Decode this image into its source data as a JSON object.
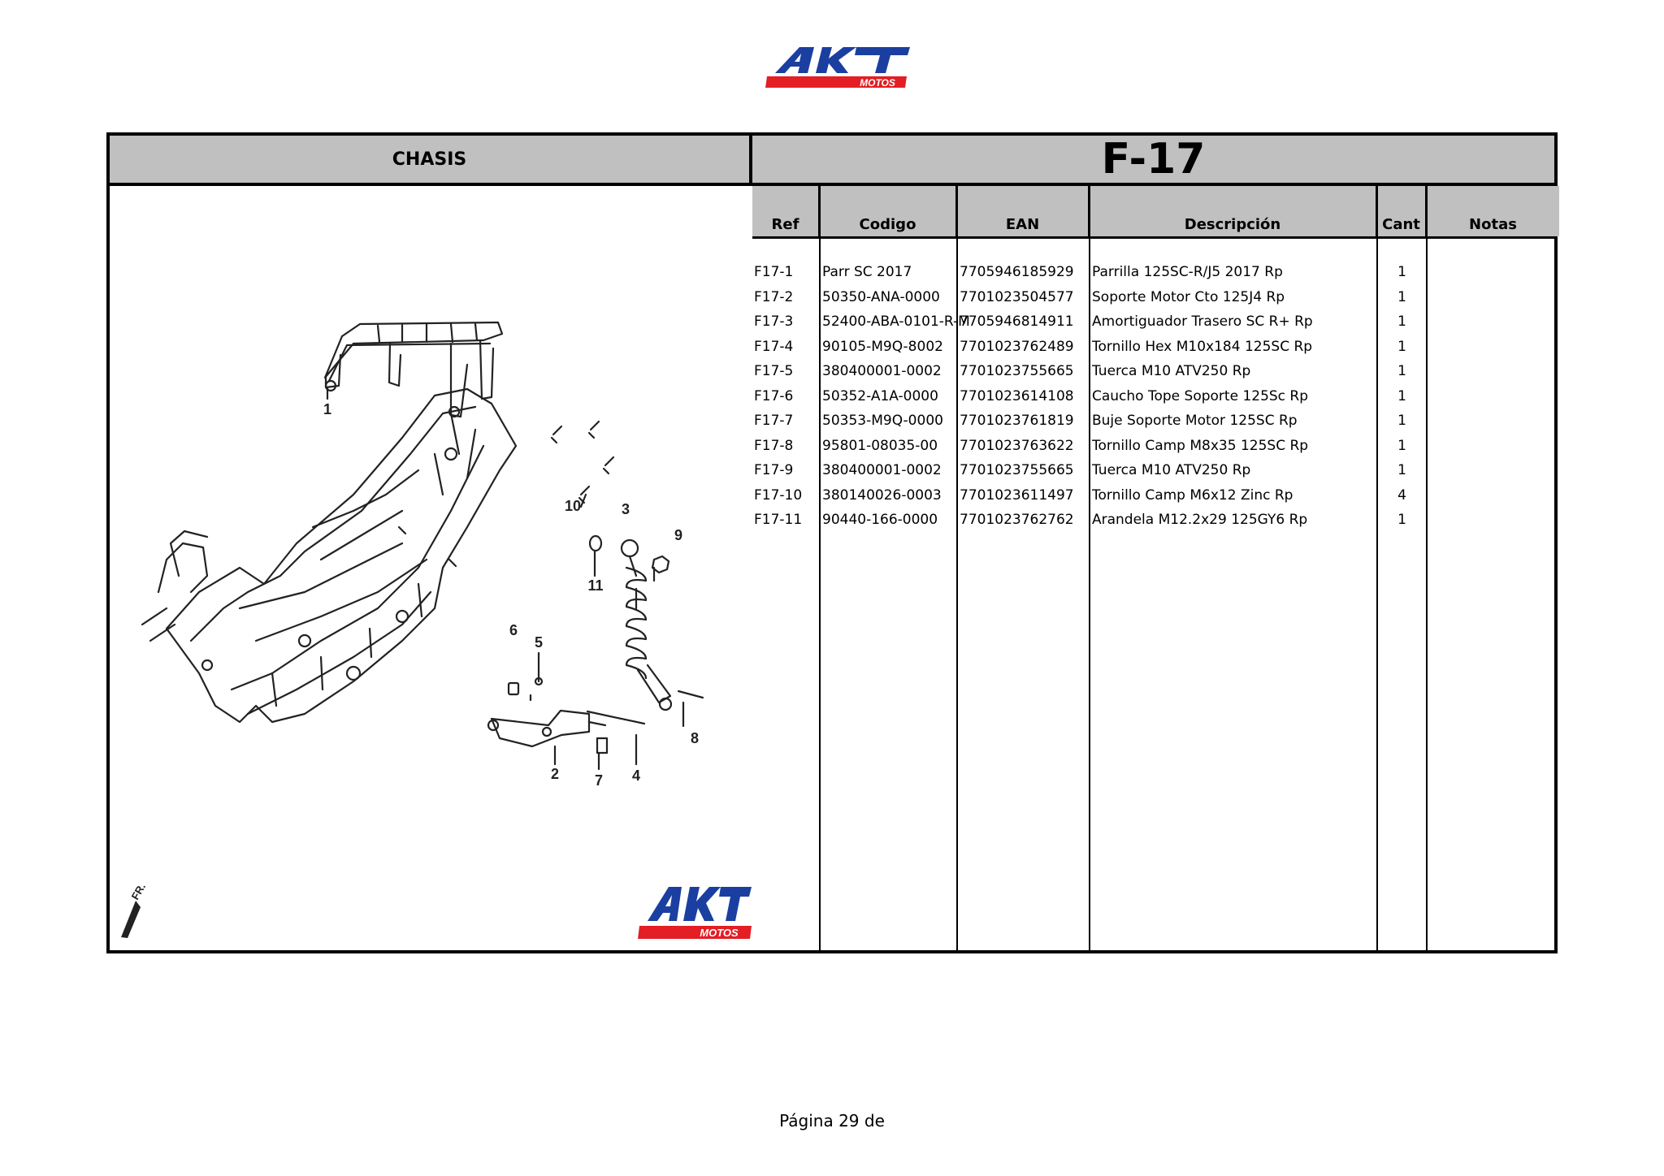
{
  "logo": {
    "brand": "AKT",
    "sub": "MOTOS"
  },
  "header": {
    "section": "CHASIS",
    "code": "F-17"
  },
  "columns": {
    "ref": "Ref",
    "codigo": "Codigo",
    "ean": "EAN",
    "descripcion": "Descripción",
    "cant": "Cant",
    "notas": "Notas"
  },
  "rows": [
    {
      "ref": "F17-1",
      "codigo": "Parr SC 2017",
      "ean": "7705946185929",
      "descripcion": "Parrilla 125SC-R/J5 2017 Rp",
      "cant": "1"
    },
    {
      "ref": "F17-2",
      "codigo": "50350-ANA-0000",
      "ean": "7701023504577",
      "descripcion": "Soporte Motor Cto 125J4 Rp",
      "cant": "1"
    },
    {
      "ref": "F17-3",
      "codigo": "52400-ABA-0101-R-M",
      "ean": "7705946814911",
      "descripcion": "Amortiguador Trasero SC R+ Rp",
      "cant": "1"
    },
    {
      "ref": "F17-4",
      "codigo": "90105-M9Q-8002",
      "ean": "7701023762489",
      "descripcion": "Tornillo Hex M10x184 125SC Rp",
      "cant": "1"
    },
    {
      "ref": "F17-5",
      "codigo": "380400001-0002",
      "ean": "7701023755665",
      "descripcion": "Tuerca M10 ATV250 Rp",
      "cant": "1"
    },
    {
      "ref": "F17-6",
      "codigo": "50352-A1A-0000",
      "ean": "7701023614108",
      "descripcion": "Caucho Tope Soporte 125Sc Rp",
      "cant": "1"
    },
    {
      "ref": "F17-7",
      "codigo": "50353-M9Q-0000",
      "ean": "7701023761819",
      "descripcion": "Buje Soporte Motor 125SC Rp",
      "cant": "1"
    },
    {
      "ref": "F17-8",
      "codigo": "95801-08035-00",
      "ean": "7701023763622",
      "descripcion": "Tornillo Camp M8x35 125SC Rp",
      "cant": "1"
    },
    {
      "ref": "F17-9",
      "codigo": "380400001-0002",
      "ean": "7701023755665",
      "descripcion": "Tuerca M10 ATV250 Rp",
      "cant": "1"
    },
    {
      "ref": "F17-10",
      "codigo": "380140026-0003",
      "ean": "7701023611497",
      "descripcion": "Tornillo Camp M6x12 Zinc Rp",
      "cant": "4"
    },
    {
      "ref": "F17-11",
      "codigo": "90440-166-0000",
      "ean": "7701023762762",
      "descripcion": "Arandela M12.2x29 125GY6 Rp",
      "cant": "1"
    }
  ],
  "diagram": {
    "callouts": [
      "1",
      "2",
      "3",
      "4",
      "5",
      "6",
      "7",
      "8",
      "9",
      "10",
      "11"
    ],
    "fr_label": "FR."
  },
  "footer": {
    "page": "Página 29 de"
  },
  "colors": {
    "header_gray": "#c0c0c0",
    "brand_blue": "#1b3fa0",
    "brand_red": "#e31e24"
  }
}
